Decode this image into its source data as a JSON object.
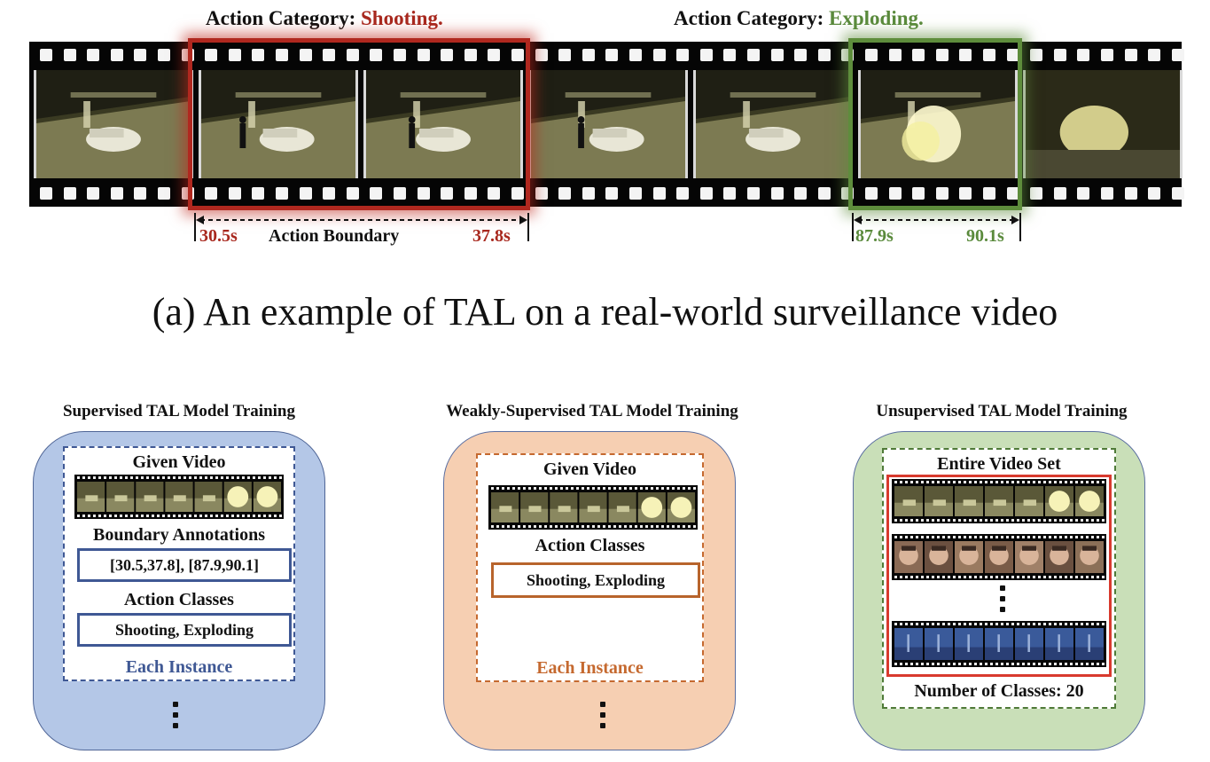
{
  "top": {
    "shooting_prefix": "Action Category: ",
    "shooting_name": "Shooting.",
    "exploding_prefix": "Action Category: ",
    "exploding_name": "Exploding.",
    "shoot_start": "30.5s",
    "shoot_end": "37.8s",
    "boundary_label": "Action Boundary",
    "expl_start": "87.9s",
    "expl_end": "90.1s",
    "caption": "(a) An example of TAL on a real-world surveillance video",
    "colors": {
      "shooting": "#a8281e",
      "exploding": "#5a8a3c"
    }
  },
  "panels": {
    "supervised": {
      "title": "Supervised TAL Model Training",
      "given_video": "Given Video",
      "boundary_heading": "Boundary Annotations",
      "boundary_value": "[30.5,37.8], [87.9,90.1]",
      "classes_heading": "Action Classes",
      "classes_value": "Shooting, Exploding",
      "instance": "Each Instance"
    },
    "weakly": {
      "title": "Weakly-Supervised TAL Model Training",
      "given_video": "Given Video",
      "classes_heading": "Action Classes",
      "classes_value": "Shooting, Exploding",
      "instance": "Each Instance"
    },
    "unsupervised": {
      "title": "Unsupervised TAL Model Training",
      "video_set": "Entire Video Set",
      "num_classes": "Number of Classes: 20"
    }
  }
}
